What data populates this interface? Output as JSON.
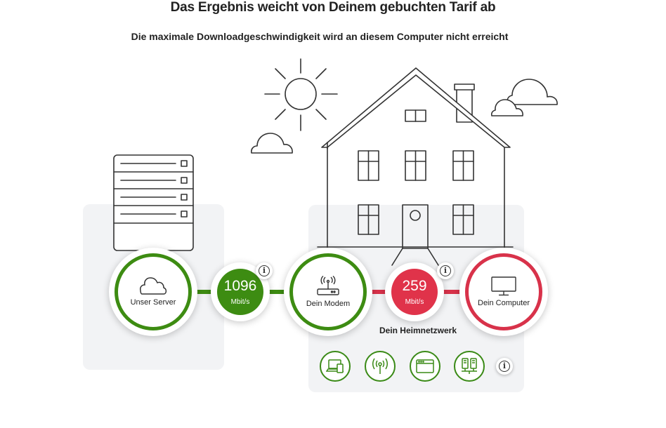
{
  "header": {
    "title": "Das Ergebnis weicht von Deinem gebuchten Tarif ab",
    "subtitle": "Die maximale Downloadgeschwindigkeit wird an diesem Computer nicht erreicht"
  },
  "nodes": {
    "server": {
      "label": "Unser Server",
      "icon": "cloud-icon"
    },
    "modem": {
      "label": "Dein Modem",
      "icon": "router-icon"
    },
    "computer": {
      "label": "Dein Computer",
      "icon": "monitor-icon"
    }
  },
  "speeds": {
    "internet": {
      "value": "1096",
      "unit": "Mbit/s",
      "color": "#3d8c12"
    },
    "home": {
      "value": "259",
      "unit": "Mbit/s",
      "color": "#e0334a"
    }
  },
  "home_network": {
    "label": "Dein Heimnetzwerk",
    "devices": [
      "laptop-icon",
      "wifi-antenna-icon",
      "browser-window-icon",
      "network-devices-icon"
    ]
  },
  "colors": {
    "green": "#3d8c12",
    "red": "#d8324a"
  }
}
